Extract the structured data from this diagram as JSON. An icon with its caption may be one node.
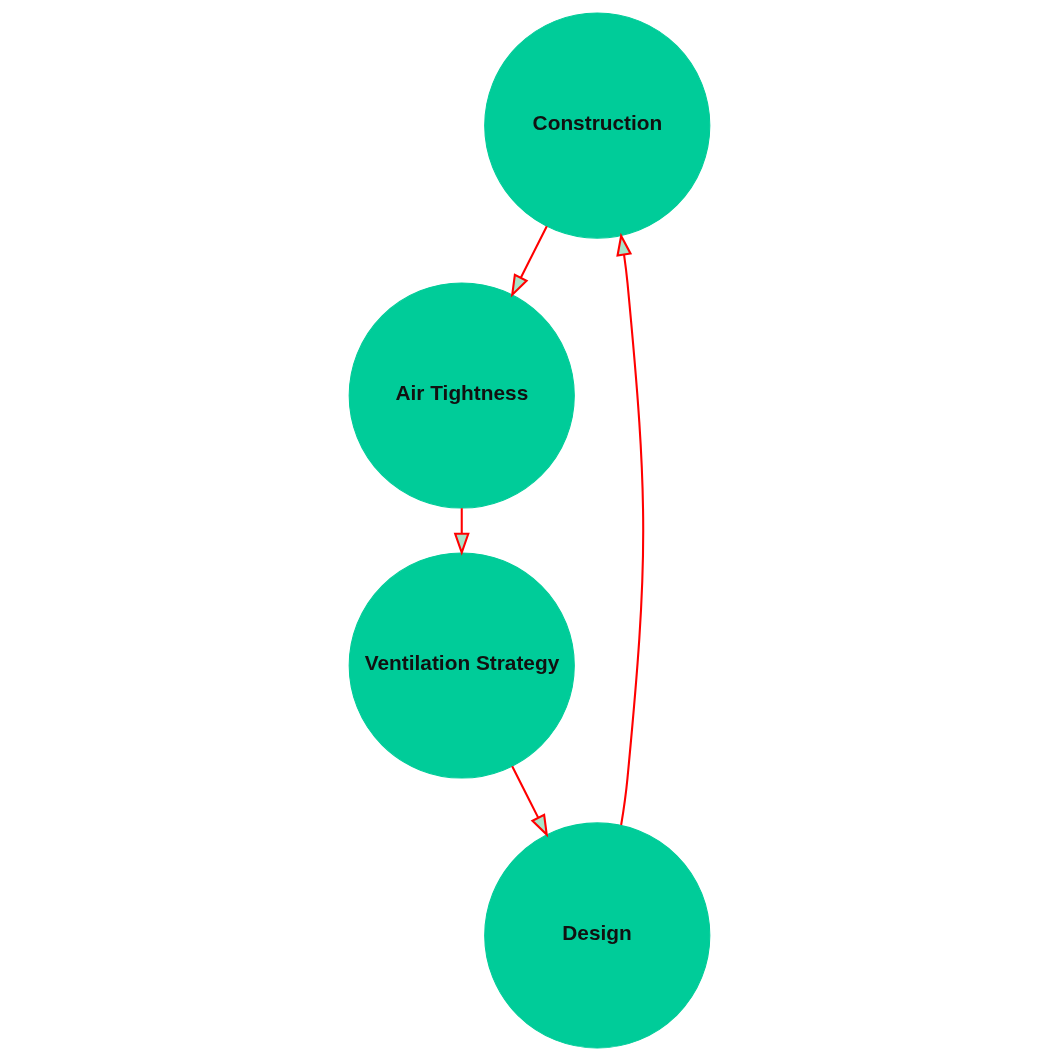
{
  "diagram": {
    "nodes": [
      {
        "text": [
          "Construction"
        ]
      },
      {
        "text": [
          "Design"
        ]
      },
      {
        "text": [
          "Air Tightness"
        ]
      },
      {
        "text": [
          "Ventilation Strategy"
        ]
      }
    ],
    "edges": [
      {
        "from": 1,
        "to": 0,
        "arrow": "to"
      },
      {
        "from": 0,
        "to": 2,
        "arrow": "to"
      },
      {
        "from": 2,
        "to": 3,
        "arrow": "to"
      },
      {
        "from": 3,
        "to": 1,
        "arrow": "to"
      }
    ]
  }
}
